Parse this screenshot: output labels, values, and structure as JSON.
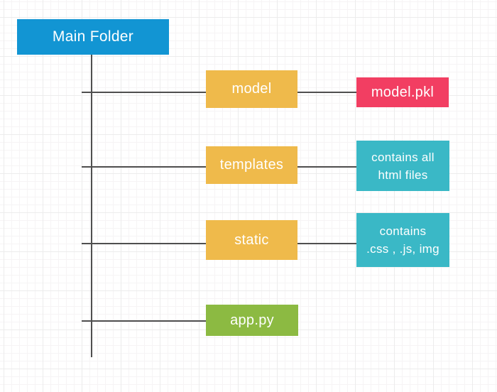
{
  "diagram": {
    "type": "folder-structure-flowchart",
    "background": "graph-paper-grid"
  },
  "colors": {
    "root_blue": "#1295d3",
    "folder_yellow": "#efba4b",
    "file_pink": "#f23e62",
    "note_teal": "#3ab8c6",
    "file_green": "#8cba42",
    "connector_gray": "#4f4f4f",
    "grid_minor": "#f6f4f5",
    "grid_major": "#ececec",
    "text_white": "#ffffff"
  },
  "nodes": {
    "root": {
      "label": "Main Folder"
    },
    "model": {
      "label": "model"
    },
    "model_pkl": {
      "label": "model.pkl"
    },
    "templates": {
      "label": "templates"
    },
    "templates_note": {
      "line1": "contains all",
      "line2": "html files"
    },
    "static": {
      "label": "static"
    },
    "static_note": {
      "line1": "contains",
      "line2": ".css , .js, img"
    },
    "app": {
      "label": "app.py"
    }
  },
  "edges": [
    {
      "from": "Main Folder",
      "to": "model"
    },
    {
      "from": "Main Folder",
      "to": "templates"
    },
    {
      "from": "Main Folder",
      "to": "static"
    },
    {
      "from": "Main Folder",
      "to": "app.py"
    },
    {
      "from": "model",
      "to": "model.pkl"
    },
    {
      "from": "templates",
      "to": "contains all html files"
    },
    {
      "from": "static",
      "to": "contains .css , .js, img"
    }
  ]
}
